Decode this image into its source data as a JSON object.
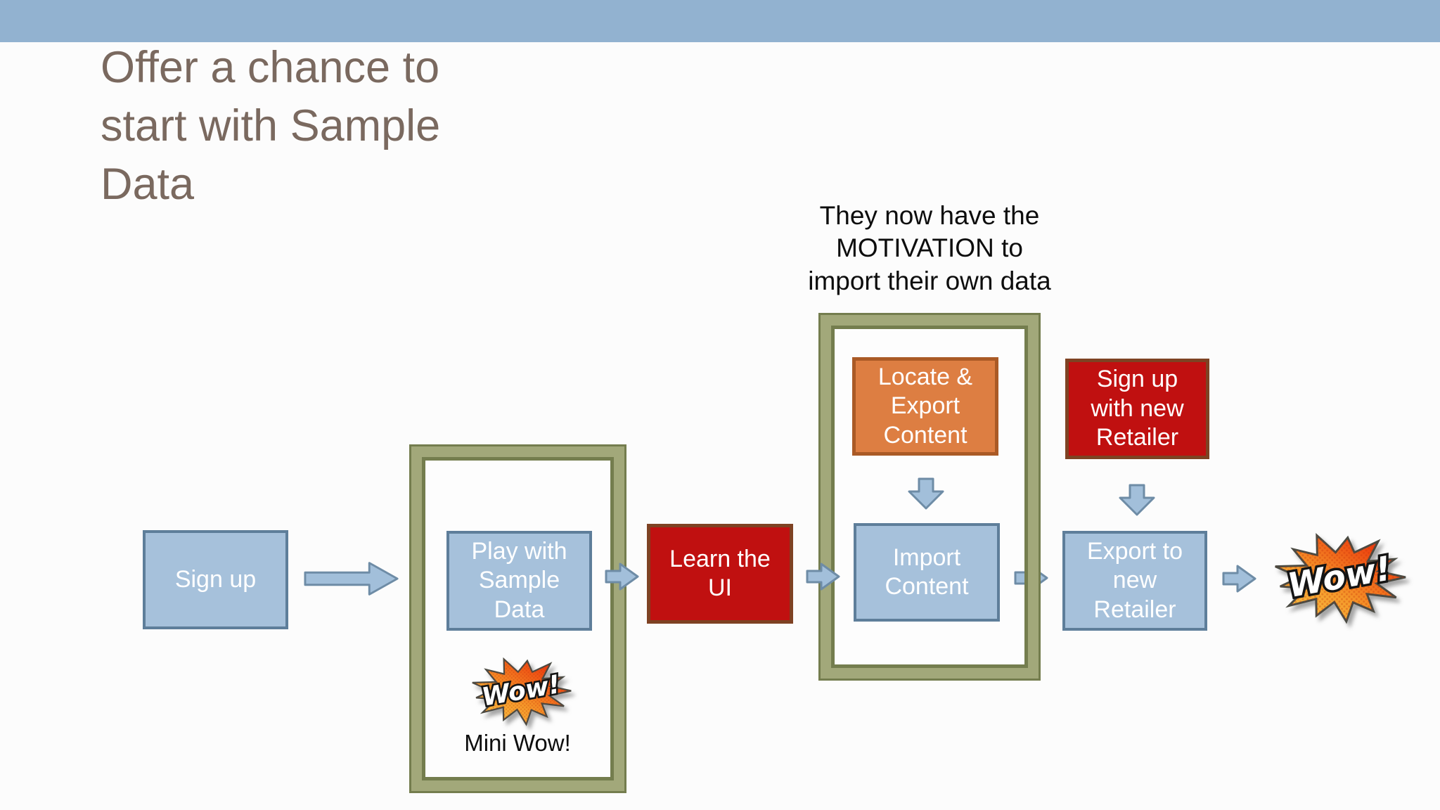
{
  "slide": {
    "title": "Offer a chance to\nstart with Sample\nData",
    "annotation": "They now have the\nMOTIVATION to\nimport their own data"
  },
  "flow": {
    "sign_up": "Sign up",
    "play_with_sample_data": "Play with\nSample\nData",
    "mini_wow_label": "Wow!",
    "mini_wow_caption": "Mini Wow!",
    "learn_the_ui": "Learn the\nUI",
    "locate_export_content": "Locate &\nExport\nContent",
    "import_content": "Import\nContent",
    "sign_up_with_new_retailer": "Sign up\nwith new\nRetailer",
    "export_to_new_retailer": "Export to\nnew\nRetailer",
    "final_wow_label": "Wow!"
  },
  "colors": {
    "top_bar": "#92b2d0",
    "title_text": "#7a695f",
    "box_blue_fill": "#a6c1db",
    "box_blue_border": "#5e7e9a",
    "box_red_fill": "#c01010",
    "box_red_border": "#7e4223",
    "box_orange_fill": "#dd7e42",
    "box_orange_border": "#aa5a26",
    "frame_green_light": "#a2a87a",
    "frame_green_dark": "#747d4e",
    "arrow_fill": "#a2bfda",
    "arrow_border": "#6e8ca6",
    "burst_yellow": "#f7d14e",
    "burst_red": "#e81304"
  }
}
